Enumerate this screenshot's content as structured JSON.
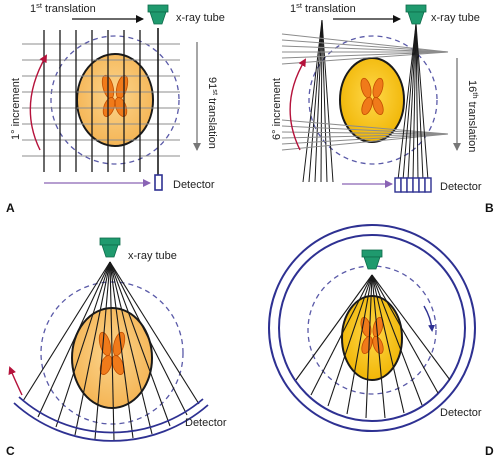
{
  "colors": {
    "tube": "#1f9a6e",
    "tube_dark": "#0d6b4a",
    "phantom_light": "#f7c36b",
    "phantom_yellow": "#f5c000",
    "organ": "#f07a1a",
    "beam": "#1a1a1a",
    "grid": "#8c8c8c",
    "circle_dashed": "#5a5aa8",
    "detector": "#2e3192",
    "rotation_arrow": "#b5123b",
    "translation_arrow_purple": "#8a63b5",
    "translation_arrow_gray": "#777777"
  },
  "panelA": {
    "letter": "A",
    "translation_first": "1",
    "translation_first_sup": "st",
    "translation_first_word": " translation",
    "tube_label": "x-ray tube",
    "increment": "1° increment",
    "translation_last": "91",
    "translation_last_sup": "st",
    "translation_last_word": " translation",
    "detector_label": "Detector"
  },
  "panelB": {
    "letter": "B",
    "translation_first": "1",
    "translation_first_sup": "st",
    "translation_first_word": " translation",
    "tube_label": "x-ray tube",
    "increment": "6° increment",
    "translation_last": "16",
    "translation_last_sup": "th",
    "translation_last_word": " translation",
    "detector_label": "Detector"
  },
  "panelC": {
    "letter": "C",
    "tube_label": "x-ray tube",
    "detector_label": "Detector"
  },
  "panelD": {
    "letter": "D",
    "detector_label": "Detector"
  }
}
